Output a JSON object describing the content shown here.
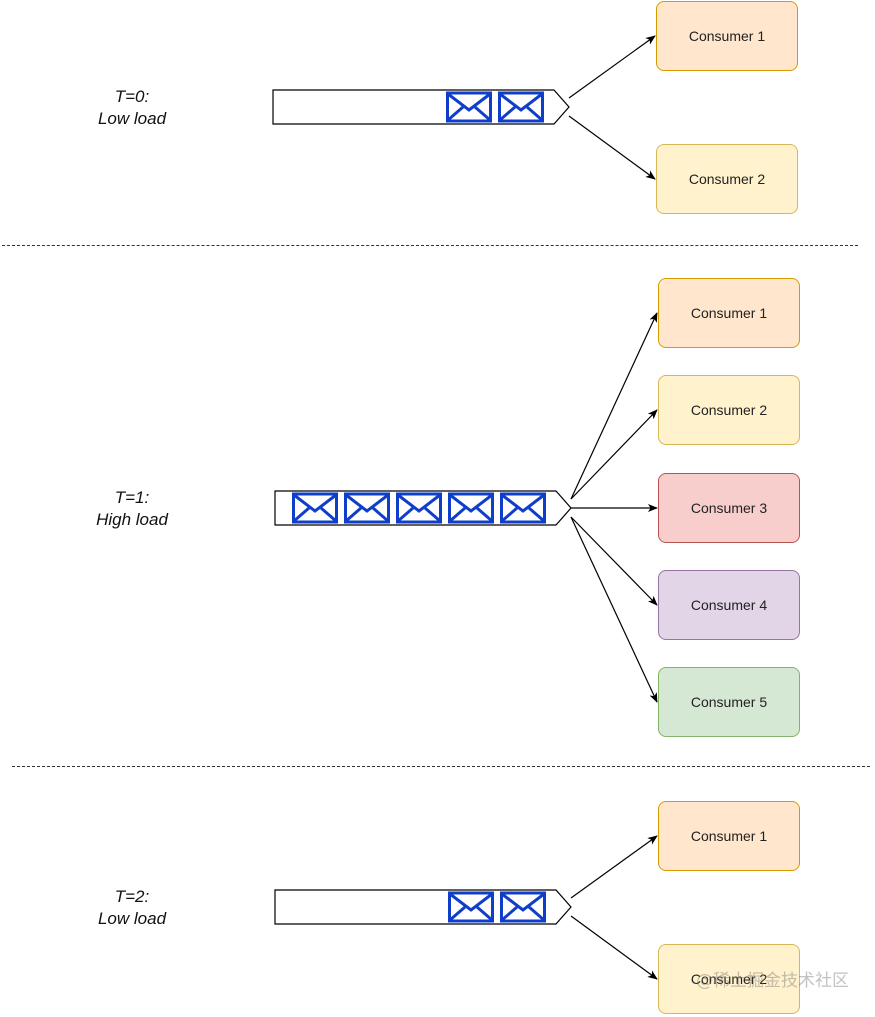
{
  "sections": [
    {
      "time_label": "T=0:",
      "load_label": "Low load",
      "message_count": 2,
      "consumers": [
        {
          "label": "Consumer 1",
          "fill": "#ffe6cc",
          "stroke": "#d79b00"
        },
        {
          "label": "Consumer 2",
          "fill": "#fff2cc",
          "stroke": "#d6b656"
        }
      ]
    },
    {
      "time_label": "T=1:",
      "load_label": "High load",
      "message_count": 5,
      "consumers": [
        {
          "label": "Consumer 1",
          "fill": "#ffe6cc",
          "stroke": "#d79b00"
        },
        {
          "label": "Consumer 2",
          "fill": "#fff2cc",
          "stroke": "#d6b656"
        },
        {
          "label": "Consumer 3",
          "fill": "#f8cecc",
          "stroke": "#b85450"
        },
        {
          "label": "Consumer 4",
          "fill": "#e1d5e7",
          "stroke": "#9673a6"
        },
        {
          "label": "Consumer 5",
          "fill": "#d5e8d4",
          "stroke": "#82b366"
        }
      ]
    },
    {
      "time_label": "T=2:",
      "load_label": "Low load",
      "message_count": 2,
      "consumers": [
        {
          "label": "Consumer 1",
          "fill": "#ffe6cc",
          "stroke": "#d79b00"
        },
        {
          "label": "Consumer 2",
          "fill": "#fff2cc",
          "stroke": "#d6b656"
        }
      ]
    }
  ],
  "envelope_icon": "envelope-icon",
  "envelope_color": "#0f3ecb",
  "watermark": "@稀土掘金技术社区"
}
